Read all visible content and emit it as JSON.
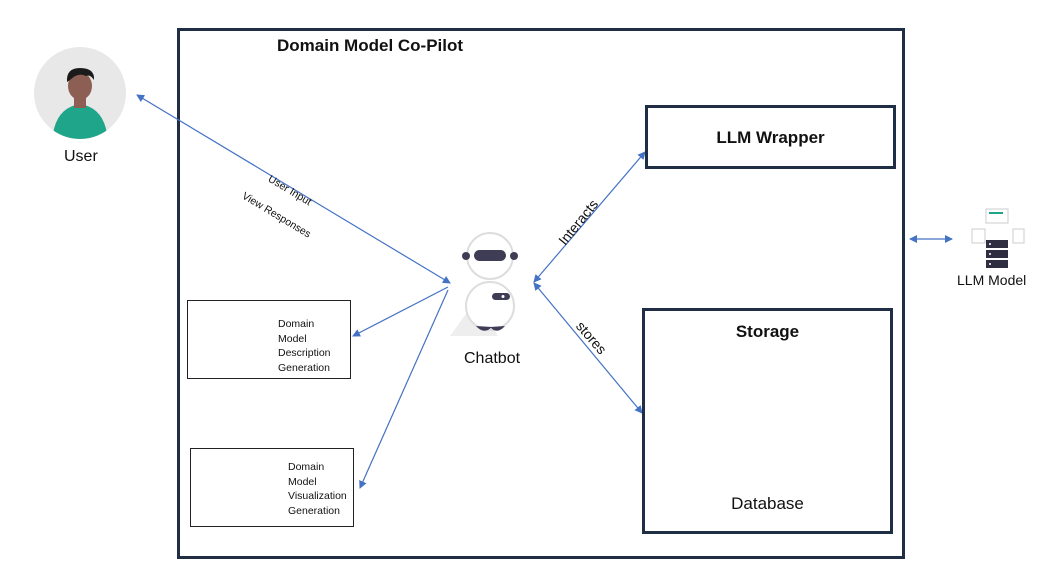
{
  "frame": {
    "title": "Domain Model Co-Pilot"
  },
  "user": {
    "label": "User"
  },
  "edges": {
    "user_input": "User Input",
    "view_responses": "View Responses",
    "interacts": "Interacts",
    "stores": "stores"
  },
  "chatbot": {
    "label": "Chatbot"
  },
  "llm_wrapper": {
    "label": "LLM Wrapper"
  },
  "storage": {
    "title": "Storage",
    "database_label": "Database"
  },
  "llm_model": {
    "label": "LLM Model"
  },
  "description_generation": {
    "lines": [
      "Domain",
      "Model",
      "Description",
      "Generation"
    ]
  },
  "visualization_generation": {
    "lines": [
      "Domain",
      "Model",
      "Visualization",
      "Generation"
    ]
  },
  "colors": {
    "frame": "#1f2e45",
    "arrow": "#4472c4",
    "user_shirt": "#1ea58a",
    "user_skin": "#8d5f54",
    "bg_circle": "#e8e8e8"
  }
}
